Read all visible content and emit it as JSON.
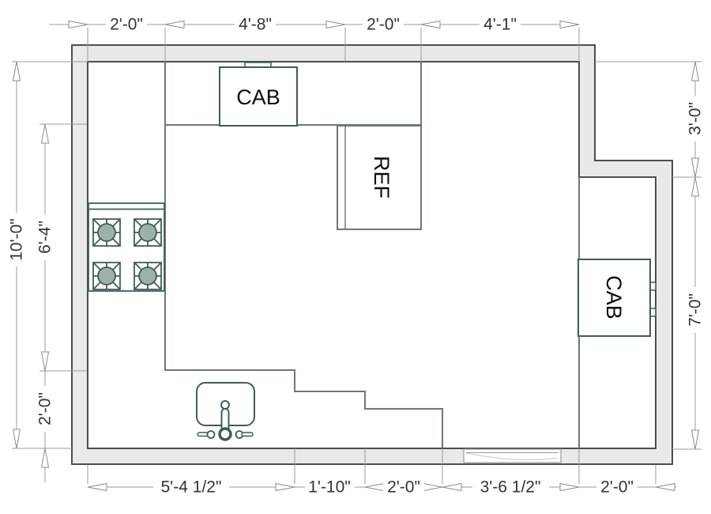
{
  "plan": {
    "type": "kitchen-floor-plan",
    "room_shape": "rectangular-with-notch"
  },
  "dims": {
    "top": [
      "2'-0\"",
      "4'-8\"",
      "2'-0\"",
      "4'-1\""
    ],
    "bottom": [
      "5'-4 1/2\"",
      "1'-10\"",
      "2'-0\"",
      "3'-6 1/2\"",
      "2'-0\""
    ],
    "left": [
      "10'-0\"",
      "6'-4\"",
      "2'-0\""
    ],
    "right": [
      "3'-0\"",
      "7'-0\""
    ]
  },
  "fixtures": {
    "top_cabinet": "CAB",
    "right_cabinet": "CAB",
    "refrigerator": "REF",
    "stove_burners": 4
  },
  "colors": {
    "wall_fill": "#e8eaea",
    "wall_stroke": "#4d4d4d",
    "counter_stroke": "#6e7878",
    "fixture_stroke": "#3f5c5a",
    "burner_fill": "#9db0ae",
    "dim_line": "#9b9b9b",
    "dim_text": "#333333",
    "floor": "#ffffff"
  }
}
